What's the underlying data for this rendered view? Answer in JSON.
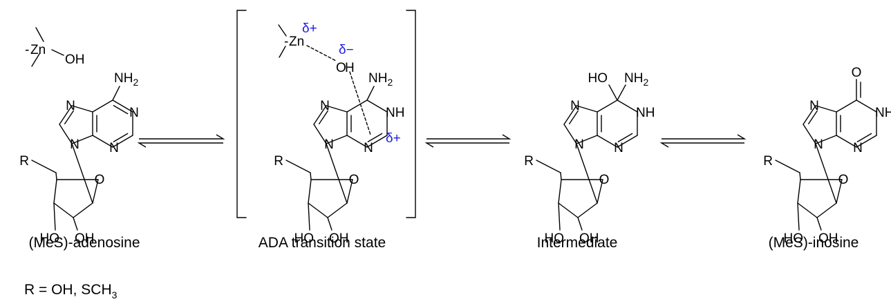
{
  "labels": {
    "zn": "Zn",
    "minus": "-",
    "oh": "OH",
    "o": "O",
    "h": "H",
    "nh2": "NH",
    "sub2": "2",
    "nh": "NH",
    "n": "N",
    "ho_oh_ho": "HO",
    "r": "R",
    "ho": "HO"
  },
  "charges": {
    "delta_plus": "δ+",
    "delta_minus": "δ−"
  },
  "captions": {
    "adenosine": "(MeS)-adenosine",
    "transition": "ADA transition state",
    "intermediate": "Intermediate",
    "inosine": "(MeS)-inosine"
  },
  "note": {
    "prefix": "R = OH, SCH",
    "sub": "3"
  },
  "colors": {
    "charge": "#1a1ae6",
    "ink": "#000000"
  }
}
